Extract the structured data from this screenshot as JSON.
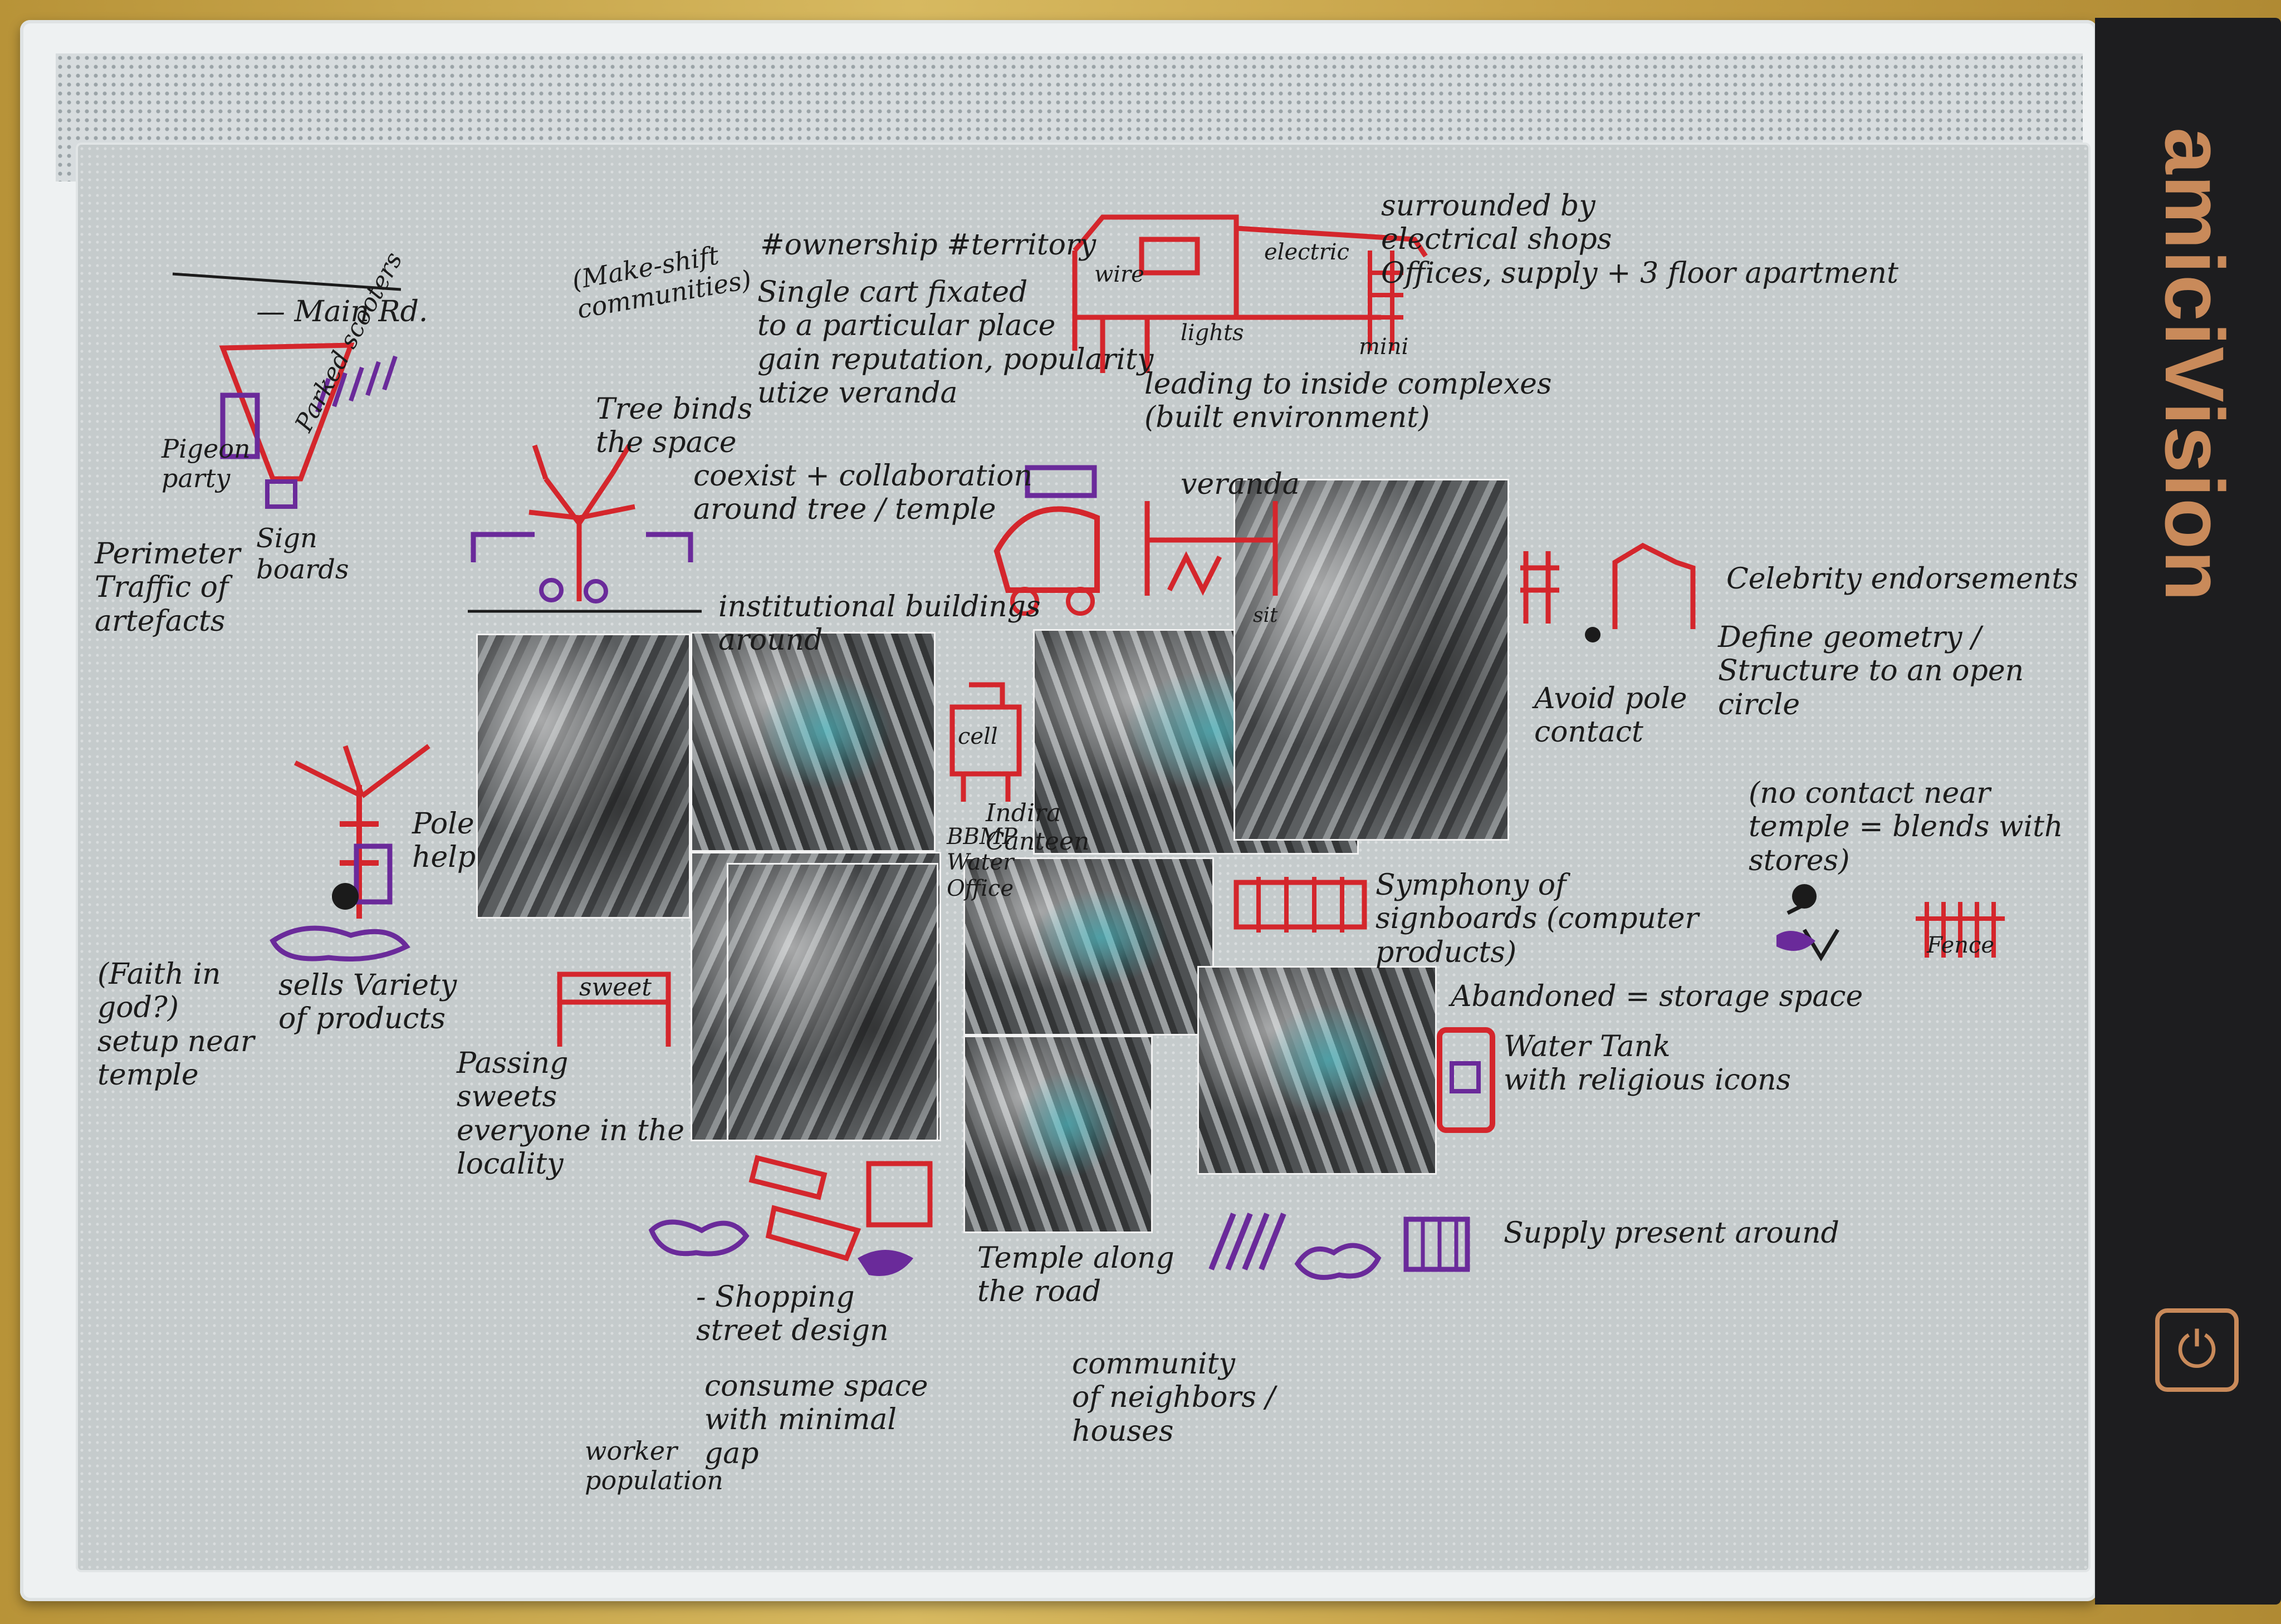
{
  "device": {
    "brand": "amiciVision",
    "power_icon": "power-button-icon"
  },
  "notes": {
    "main_rd": "— Main Rd.",
    "pigeon_party": "Pigeon\nparty",
    "parked_scooters": "Parked scooters",
    "sign_boards": "Sign\nboards",
    "perimeter": "Perimeter\nTraffic of\nartefacts",
    "tree_binds": "Tree binds\nthe space",
    "coexist": "coexist + collaboration\naround tree / temple",
    "make_shift": "(Make-shift\ncommunities)",
    "ownership": "#ownership #territory",
    "single_cart": "Single cart fixated\nto a particular place\ngain reputation, popularity\nutize veranda",
    "sign_wire": "wire",
    "sign_electric": "electric",
    "sign_lights": "lights",
    "sign_mini": "mini",
    "surrounded": "surrounded by\nelectrical shops\nOffices, supply + 3 floor apartment",
    "leading": "leading to inside complexes\n(built environment)",
    "veranda": "veranda",
    "sit": "sit",
    "institutional": "institutional buildings\naround",
    "cell": "cell",
    "indira": "Indira\nCanteen",
    "bbmp": "BBMP\nWater\nOffice",
    "celebrity": "Celebrity endorsements",
    "define_geometry": "Define geometry /\nStructure to an open\ncircle",
    "avoid_pole": "Avoid pole\ncontact",
    "no_contact": "(no contact near\ntemple = blends with\nstores)",
    "fence": "Fence",
    "pole_help": "Pole\nhelp",
    "faith": "(Faith in\ngod?)\nsetup near\ntemple",
    "sells": "sells Variety\nof products",
    "sweet": "sweet",
    "passing": "Passing\nsweets\neveryone in the\nlocality",
    "symphony": "Symphony of\nsignboards (computer\nproducts)",
    "abandoned": "Abandoned = storage space",
    "water_tank": "Water Tank\nwith religious icons",
    "supply": "Supply present around",
    "shopping": "- Shopping\nstreet design",
    "consume": "consume space\nwith minimal\ngap",
    "worker": "worker\npopulation",
    "temple_road": "Temple along\nthe road",
    "community": "community\nof neighbors /\nhouses"
  },
  "colors": {
    "red_ink": "#d4262c",
    "purple_ink": "#6a2a9a",
    "black_ink": "#1b1b1b",
    "teal_photo": "#3cbec8",
    "brand_copper": "#c98a5a"
  }
}
